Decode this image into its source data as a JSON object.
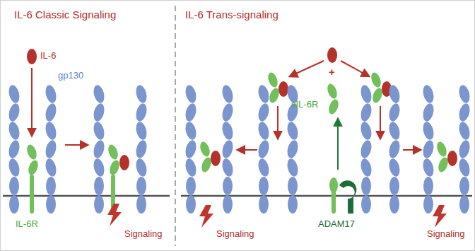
{
  "diagram": {
    "labels": [
      "IL-6 Classic Signaling",
      "IL-6 Trans-signaling",
      "IL-6",
      "gp130",
      "+",
      "sIL-6R",
      "IL-6R",
      "Signaling",
      "Signaling",
      "ADAM17",
      "Signaling"
    ]
  }
}
